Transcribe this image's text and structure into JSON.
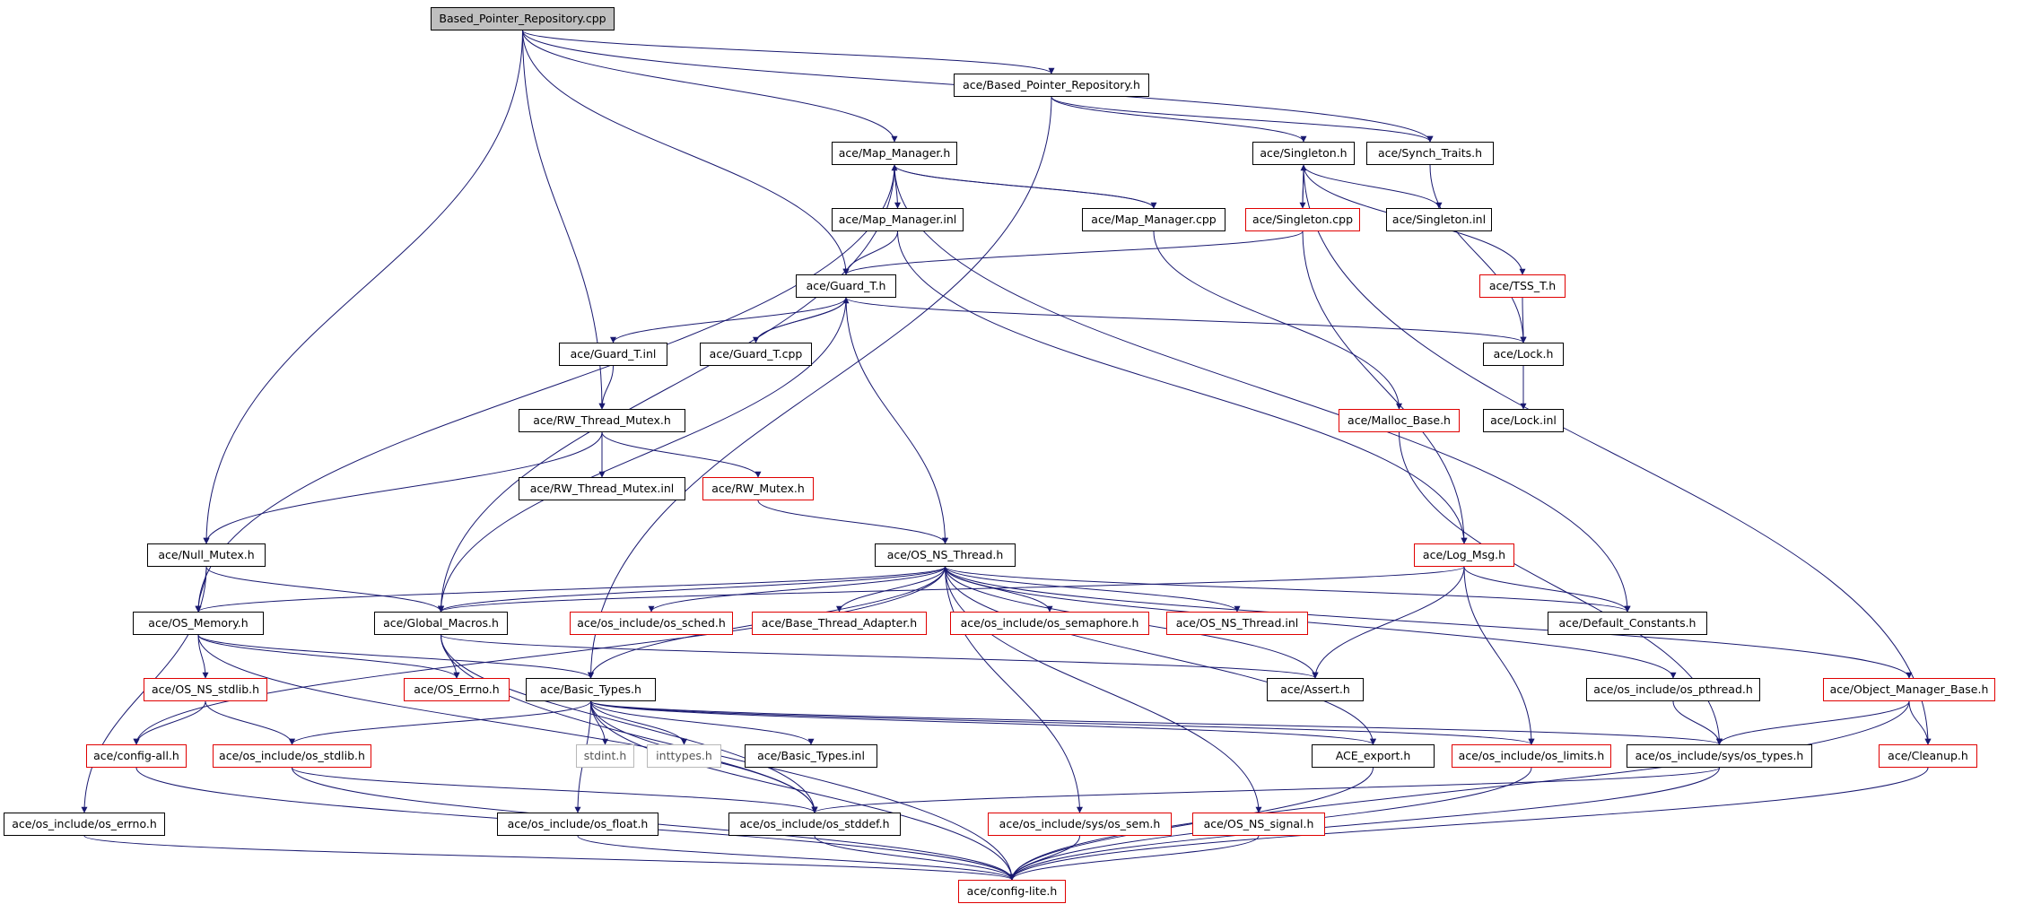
{
  "colors": {
    "edge": "#191970",
    "red_border": "#e00000",
    "black_border": "#000000",
    "gray_border": "#b8b8b8",
    "root_fill": "#bfbfbf"
  },
  "nodes": [
    {
      "id": "root",
      "label": "Based_Pointer_Repository.cpp",
      "kind": "root"
    },
    {
      "id": "bprh",
      "label": "ace/Based_Pointer_Repository.h",
      "kind": "black"
    },
    {
      "id": "mmh",
      "label": "ace/Map_Manager.h",
      "kind": "black"
    },
    {
      "id": "singh",
      "label": "ace/Singleton.h",
      "kind": "black"
    },
    {
      "id": "synch",
      "label": "ace/Synch_Traits.h",
      "kind": "black"
    },
    {
      "id": "mminl",
      "label": "ace/Map_Manager.inl",
      "kind": "black"
    },
    {
      "id": "mmcpp",
      "label": "ace/Map_Manager.cpp",
      "kind": "black"
    },
    {
      "id": "singcpp",
      "label": "ace/Singleton.cpp",
      "kind": "red"
    },
    {
      "id": "singinl",
      "label": "ace/Singleton.inl",
      "kind": "black"
    },
    {
      "id": "guardh",
      "label": "ace/Guard_T.h",
      "kind": "black"
    },
    {
      "id": "tssh",
      "label": "ace/TSS_T.h",
      "kind": "red"
    },
    {
      "id": "guardinl",
      "label": "ace/Guard_T.inl",
      "kind": "black"
    },
    {
      "id": "guardcpp",
      "label": "ace/Guard_T.cpp",
      "kind": "black"
    },
    {
      "id": "lockh",
      "label": "ace/Lock.h",
      "kind": "black"
    },
    {
      "id": "rwtmh",
      "label": "ace/RW_Thread_Mutex.h",
      "kind": "black"
    },
    {
      "id": "mallocb",
      "label": "ace/Malloc_Base.h",
      "kind": "red"
    },
    {
      "id": "lockinl",
      "label": "ace/Lock.inl",
      "kind": "black"
    },
    {
      "id": "rwtminl",
      "label": "ace/RW_Thread_Mutex.inl",
      "kind": "black"
    },
    {
      "id": "rwmh",
      "label": "ace/RW_Mutex.h",
      "kind": "red"
    },
    {
      "id": "nullmh",
      "label": "ace/Null_Mutex.h",
      "kind": "black"
    },
    {
      "id": "osnsth",
      "label": "ace/OS_NS_Thread.h",
      "kind": "black"
    },
    {
      "id": "logmsg",
      "label": "ace/Log_Msg.h",
      "kind": "red"
    },
    {
      "id": "osmem",
      "label": "ace/OS_Memory.h",
      "kind": "black"
    },
    {
      "id": "globm",
      "label": "ace/Global_Macros.h",
      "kind": "black"
    },
    {
      "id": "ossched",
      "label": "ace/os_include/os_sched.h",
      "kind": "red"
    },
    {
      "id": "basethr",
      "label": "ace/Base_Thread_Adapter.h",
      "kind": "red"
    },
    {
      "id": "ossem",
      "label": "ace/os_include/os_semaphore.h",
      "kind": "red"
    },
    {
      "id": "osnstinl",
      "label": "ace/OS_NS_Thread.inl",
      "kind": "red"
    },
    {
      "id": "defconst",
      "label": "ace/Default_Constants.h",
      "kind": "black"
    },
    {
      "id": "osnsstdlib",
      "label": "ace/OS_NS_stdlib.h",
      "kind": "red"
    },
    {
      "id": "oserrno",
      "label": "ace/OS_Errno.h",
      "kind": "red"
    },
    {
      "id": "basict",
      "label": "ace/Basic_Types.h",
      "kind": "black"
    },
    {
      "id": "asserth",
      "label": "ace/Assert.h",
      "kind": "black"
    },
    {
      "id": "pthread",
      "label": "ace/os_include/os_pthread.h",
      "kind": "black"
    },
    {
      "id": "objmgr",
      "label": "ace/Object_Manager_Base.h",
      "kind": "red"
    },
    {
      "id": "configall",
      "label": "ace/config-all.h",
      "kind": "red"
    },
    {
      "id": "osstdlib",
      "label": "ace/os_include/os_stdlib.h",
      "kind": "red"
    },
    {
      "id": "stdint",
      "label": "stdint.h",
      "kind": "gray"
    },
    {
      "id": "inttypes",
      "label": "inttypes.h",
      "kind": "gray"
    },
    {
      "id": "basicinl",
      "label": "ace/Basic_Types.inl",
      "kind": "black"
    },
    {
      "id": "aceexport",
      "label": "ACE_export.h",
      "kind": "black"
    },
    {
      "id": "oslimits",
      "label": "ace/os_include/os_limits.h",
      "kind": "red"
    },
    {
      "id": "systypes",
      "label": "ace/os_include/sys/os_types.h",
      "kind": "black"
    },
    {
      "id": "cleanup",
      "label": "ace/Cleanup.h",
      "kind": "red"
    },
    {
      "id": "oserrnoh",
      "label": "ace/os_include/os_errno.h",
      "kind": "black"
    },
    {
      "id": "osfloat",
      "label": "ace/os_include/os_float.h",
      "kind": "black"
    },
    {
      "id": "osstddef",
      "label": "ace/os_include/os_stddef.h",
      "kind": "black"
    },
    {
      "id": "syssem",
      "label": "ace/os_include/sys/os_sem.h",
      "kind": "red"
    },
    {
      "id": "osnssignal",
      "label": "ace/OS_NS_signal.h",
      "kind": "red"
    },
    {
      "id": "configlite",
      "label": "ace/config-lite.h",
      "kind": "red"
    }
  ],
  "edges": [
    [
      "root",
      "bprh"
    ],
    [
      "root",
      "mmh"
    ],
    [
      "root",
      "synch"
    ],
    [
      "root",
      "guardh"
    ],
    [
      "root",
      "rwtmh"
    ],
    [
      "root",
      "nullmh"
    ],
    [
      "bprh",
      "singh"
    ],
    [
      "bprh",
      "synch"
    ],
    [
      "bprh",
      "basict"
    ],
    [
      "mmh",
      "mminl"
    ],
    [
      "mmh",
      "mmcpp"
    ],
    [
      "mmh",
      "globm"
    ],
    [
      "mmh",
      "osmem"
    ],
    [
      "mmh",
      "defconst"
    ],
    [
      "singh",
      "singcpp"
    ],
    [
      "singh",
      "singinl"
    ],
    [
      "singh",
      "tssh"
    ],
    [
      "singh",
      "cleanup"
    ],
    [
      "synch",
      "lockh"
    ],
    [
      "mminl",
      "guardh"
    ],
    [
      "mminl",
      "logmsg"
    ],
    [
      "mmcpp",
      "mmh"
    ],
    [
      "mmcpp",
      "mallocb"
    ],
    [
      "singcpp",
      "singh"
    ],
    [
      "singcpp",
      "guardh"
    ],
    [
      "singcpp",
      "logmsg"
    ],
    [
      "guardh",
      "guardinl"
    ],
    [
      "guardh",
      "guardcpp"
    ],
    [
      "guardh",
      "lockh"
    ],
    [
      "guardh",
      "osnsth"
    ],
    [
      "guardh",
      "globm"
    ],
    [
      "guardcpp",
      "guardh"
    ],
    [
      "tssh",
      "lockh"
    ],
    [
      "guardinl",
      "rwtmh"
    ],
    [
      "lockh",
      "lockinl"
    ],
    [
      "rwtmh",
      "rwtminl"
    ],
    [
      "rwtmh",
      "rwmh"
    ],
    [
      "rwtmh",
      "nullmh"
    ],
    [
      "rwmh",
      "osnsth"
    ],
    [
      "mallocb",
      "systypes"
    ],
    [
      "nullmh",
      "osmem"
    ],
    [
      "nullmh",
      "globm"
    ],
    [
      "nullmh",
      "oserrnoh"
    ],
    [
      "osnsth",
      "globm"
    ],
    [
      "osnsth",
      "ossched"
    ],
    [
      "osnsth",
      "basethr"
    ],
    [
      "osnsth",
      "ossem"
    ],
    [
      "osnsth",
      "osnstinl"
    ],
    [
      "osnsth",
      "defconst"
    ],
    [
      "osnsth",
      "basict"
    ],
    [
      "osnsth",
      "configall"
    ],
    [
      "osnsth",
      "osmem"
    ],
    [
      "osnsth",
      "aceexport"
    ],
    [
      "osnsth",
      "objmgr"
    ],
    [
      "osnsth",
      "syssem"
    ],
    [
      "osnsth",
      "osnssignal"
    ],
    [
      "osnsth",
      "asserth"
    ],
    [
      "osnsth",
      "pthread"
    ],
    [
      "logmsg",
      "defconst"
    ],
    [
      "logmsg",
      "globm"
    ],
    [
      "logmsg",
      "asserth"
    ],
    [
      "logmsg",
      "oslimits"
    ],
    [
      "osmem",
      "osnsstdlib"
    ],
    [
      "osmem",
      "oserrno"
    ],
    [
      "osmem",
      "basict"
    ],
    [
      "osmem",
      "osstddef"
    ],
    [
      "globm",
      "oserrno"
    ],
    [
      "globm",
      "asserth"
    ],
    [
      "globm",
      "configlite"
    ],
    [
      "globm",
      "osstddef"
    ],
    [
      "osnsstdlib",
      "configall"
    ],
    [
      "osnsstdlib",
      "osstdlib"
    ],
    [
      "basict",
      "stdint"
    ],
    [
      "basict",
      "inttypes"
    ],
    [
      "basict",
      "basicinl"
    ],
    [
      "basict",
      "osstdlib"
    ],
    [
      "basict",
      "osfloat"
    ],
    [
      "basict",
      "osstddef"
    ],
    [
      "basict",
      "aceexport"
    ],
    [
      "basict",
      "oslimits"
    ],
    [
      "basict",
      "systypes"
    ],
    [
      "basict",
      "configlite"
    ],
    [
      "pthread",
      "systypes"
    ],
    [
      "objmgr",
      "systypes"
    ],
    [
      "objmgr",
      "cleanup"
    ],
    [
      "objmgr",
      "configlite"
    ],
    [
      "configall",
      "configlite"
    ],
    [
      "osstdlib",
      "osstddef"
    ],
    [
      "osstdlib",
      "configlite"
    ],
    [
      "aceexport",
      "configlite"
    ],
    [
      "oslimits",
      "configlite"
    ],
    [
      "systypes",
      "configlite"
    ],
    [
      "systypes",
      "osstddef"
    ],
    [
      "cleanup",
      "configlite"
    ],
    [
      "oserrnoh",
      "configlite"
    ],
    [
      "osfloat",
      "configlite"
    ],
    [
      "osstddef",
      "configlite"
    ],
    [
      "syssem",
      "configlite"
    ],
    [
      "osnssignal",
      "configlite"
    ]
  ]
}
